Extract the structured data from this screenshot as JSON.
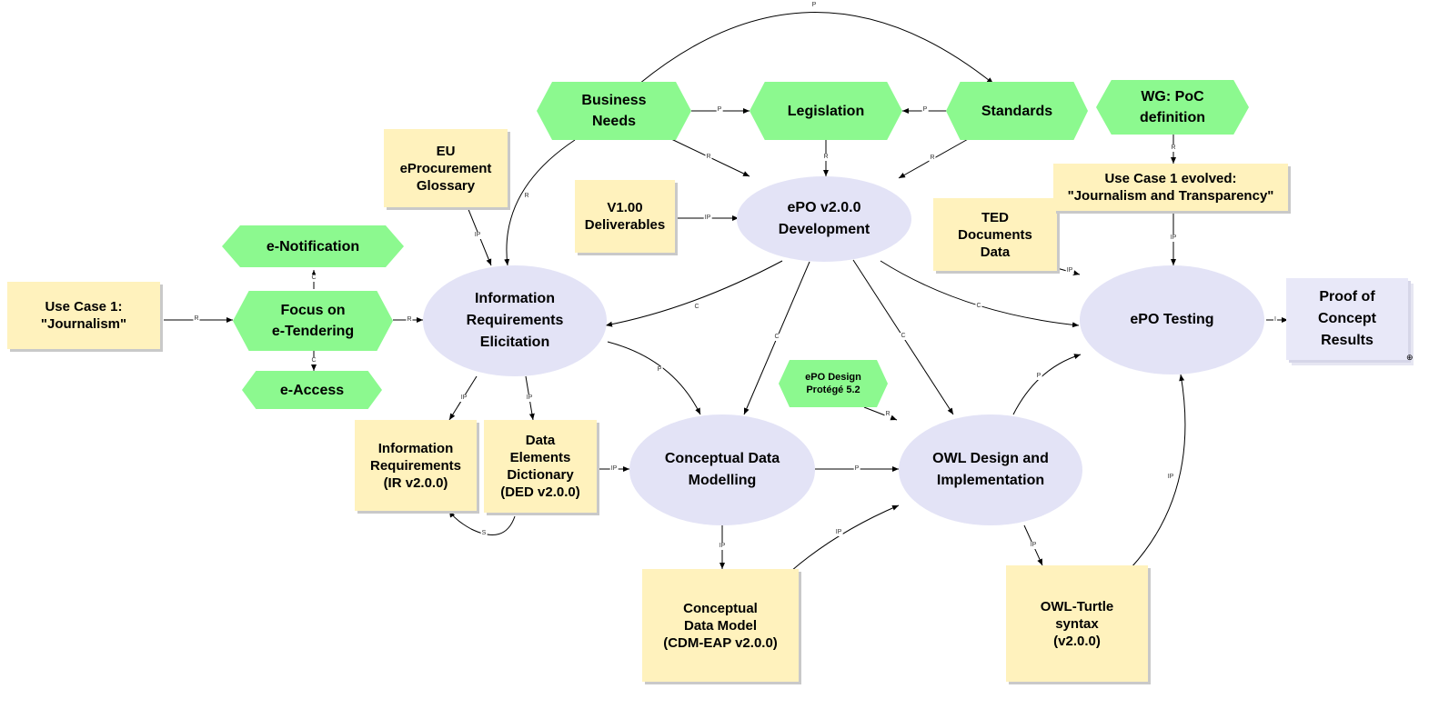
{
  "nodes": {
    "use_case_1": "Use Case 1:\n\"Journalism\"",
    "e_notification": "e-Notification",
    "focus_e_tendering": "Focus on\ne-Tendering",
    "e_access": "e-Access",
    "eu_glossary": "EU\neProcurement\nGlossary",
    "business_needs": "Business\nNeeds",
    "legislation": "Legislation",
    "standards": "Standards",
    "wg_poc": "WG: PoC\ndefinition",
    "v100_deliverables": "V1.00\nDeliverables",
    "epo_development": "ePO v2.0.0\nDevelopment",
    "use_case_evolved": "Use Case 1 evolved:\n\"Journalism and Transparency\"",
    "ted_data": "TED\nDocuments\nData",
    "ire": "Information\nRequirements\nElicitation",
    "epo_testing": "ePO Testing",
    "proof_of_concept": "Proof of\nConcept\nResults",
    "epo_design_protege": "ePO Design\nProtégé 5.2",
    "info_requirements_doc": "Information\nRequirements\n(IR v2.0.0)",
    "ded_doc": "Data\nElements\nDictionary\n(DED v2.0.0)",
    "conceptual_modelling": "Conceptual Data\nModelling",
    "owl_design": "OWL Design and\nImplementation",
    "cdm_doc": "Conceptual\nData Model\n(CDM-EAP v2.0.0)",
    "owl_turtle": "OWL-Turtle\nsyntax\n(v2.0.0)"
  },
  "edge_labels": [
    "P",
    "R",
    "C",
    "IP",
    "I",
    "S"
  ],
  "corner_marker": "⊕",
  "colors": {
    "document_fill": "#fff2bd",
    "process_fill": "#e3e3f6",
    "hexagon_fill": "#8cf98f",
    "result_fill": "#e8e8f8",
    "edge": "#000000"
  }
}
